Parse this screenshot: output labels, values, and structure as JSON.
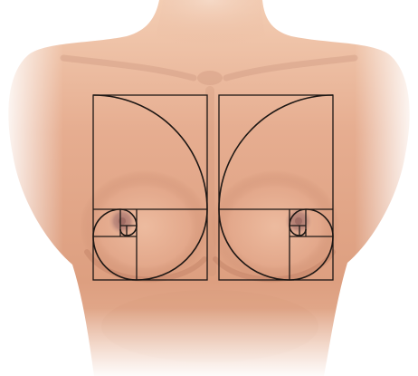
{
  "figure": {
    "subject": "torso-illustration",
    "overlay": "golden-ratio-spiral-grid",
    "colors": {
      "background": "#ffffff",
      "skin_light": "#f0c2a4",
      "skin_mid": "#dea285",
      "skin_shadow": "#b57a61",
      "areola": "#b8857a",
      "overlay_line": "#1d1714"
    },
    "panels": [
      {
        "side": "left",
        "spiral_direction": "counterclockwise"
      },
      {
        "side": "right",
        "spiral_direction": "clockwise"
      }
    ]
  }
}
